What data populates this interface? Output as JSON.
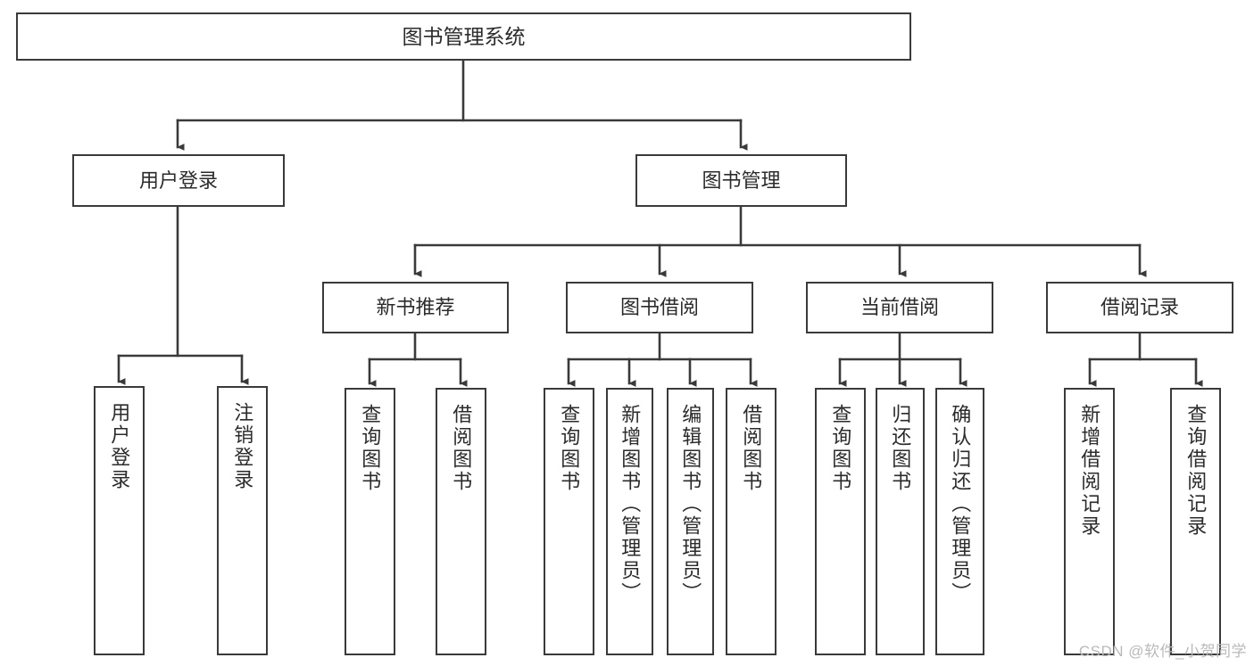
{
  "diagram": {
    "type": "tree-hierarchy",
    "title": "图书管理系统",
    "root": {
      "label": "图书管理系统"
    },
    "level1": [
      {
        "label": "用户登录"
      },
      {
        "label": "图书管理"
      }
    ],
    "level2": [
      {
        "label": "新书推荐"
      },
      {
        "label": "图书借阅"
      },
      {
        "label": "当前借阅"
      },
      {
        "label": "借阅记录"
      }
    ],
    "leaves": {
      "user_login": [
        {
          "label": "用户登录"
        },
        {
          "label": "注销登录"
        }
      ],
      "new_book_recommend": [
        {
          "label": "查询图书"
        },
        {
          "label": "借阅图书"
        }
      ],
      "book_borrow": [
        {
          "label": "查询图书"
        },
        {
          "label": "新增图书（管理员）"
        },
        {
          "label": "编辑图书（管理员）"
        },
        {
          "label": "借阅图书"
        }
      ],
      "current_borrow": [
        {
          "label": "查询图书"
        },
        {
          "label": "归还图书"
        },
        {
          "label": "确认归还（管理员）"
        }
      ],
      "borrow_record": [
        {
          "label": "新增借阅记录"
        },
        {
          "label": "查询借阅记录"
        }
      ]
    }
  },
  "watermark": {
    "text": "CSDN @软件_小贺同学"
  },
  "colors": {
    "stroke": "#3a3a3a",
    "text": "#2b2b2b",
    "background": "#ffffff",
    "watermark": "#b9b9b9"
  }
}
